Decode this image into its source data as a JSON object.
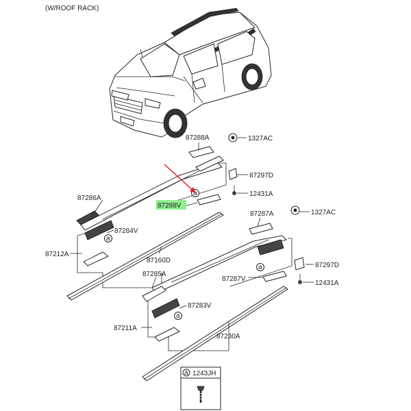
{
  "header": {
    "title": "(W/ROOF RACK)"
  },
  "callouts": {
    "p87288A": "87288A",
    "p1327AC_top": "1327AC",
    "p87297D_top": "87297D",
    "p12431A_top": "12431A",
    "p87286A": "87286A",
    "p87288V": "87288V",
    "p87284V": "87284V",
    "p87212A": "87212A",
    "p87160D": "87160D",
    "p87287A": "87287A",
    "p1327AC_mid": "1327AC",
    "p87297D_mid": "87297D",
    "p12431A_mid": "12431A",
    "p87287V": "87287V",
    "p87285A": "87285A",
    "p87283V": "87283V",
    "p87211A": "87211A",
    "p87230A": "87230A",
    "ref_a1": "a",
    "ref_a2": "a",
    "ref_a3": "a"
  },
  "legend": {
    "marker": "a",
    "part": "1243JH"
  },
  "colors": {
    "highlight_box": "#90ee90",
    "arrow": "#e02020",
    "line": "#222222"
  }
}
